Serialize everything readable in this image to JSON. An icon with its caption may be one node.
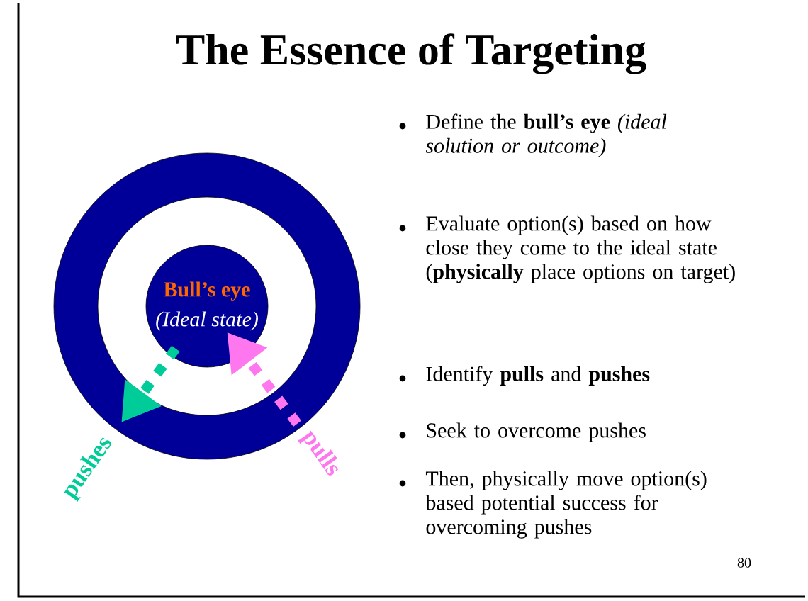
{
  "diagram": {
    "title": "The Essence of Targeting",
    "nodes": [
      {
        "text": [
          "Bull’s eye",
          "(Ideal state)"
        ]
      },
      {
        "text": [
          "pushes"
        ]
      },
      {
        "text": [
          "pulls"
        ]
      }
    ],
    "edges": [
      {
        "from": 0,
        "to": 1,
        "arrow": "to",
        "style": "dashed",
        "color": "#00cc99"
      },
      {
        "from": 2,
        "to": 0,
        "arrow": "to",
        "style": "dashed",
        "color": "#ff77ee"
      }
    ],
    "labels": [
      "Define the **bull’s eye** *(ideal solution or outcome)*",
      "Evaluate option(s) based on how close they come to the ideal state (**physically** place options on target)",
      "Identify **pulls** and **pushes**",
      "Seek to overcome pushes",
      "Then, physically move option(s) based potential success for overcoming pushes",
      "80"
    ]
  }
}
